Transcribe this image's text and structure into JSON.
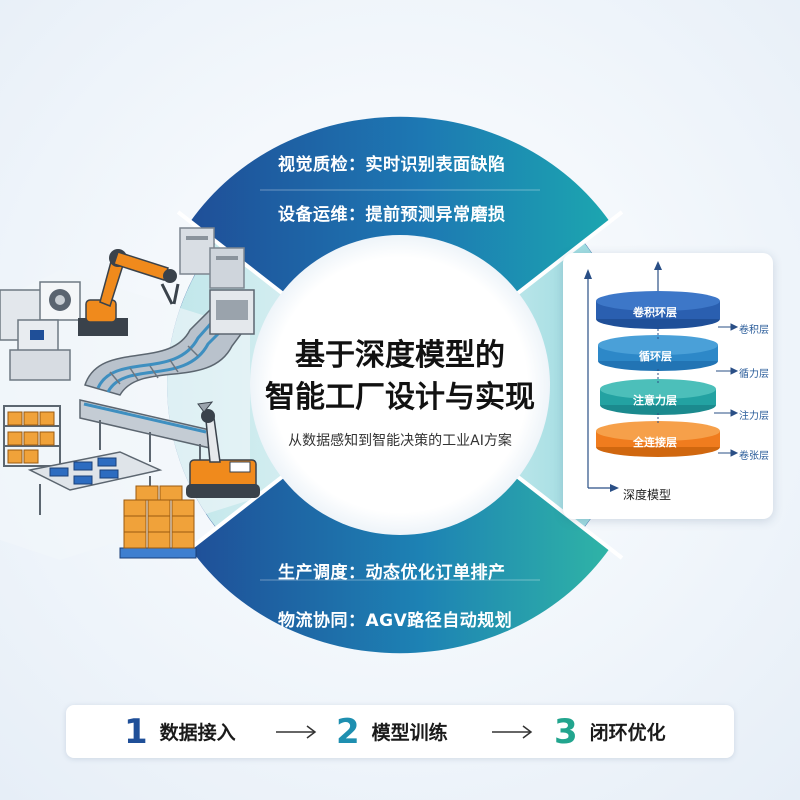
{
  "ring": {
    "top_items": [
      {
        "label": "视觉质检：实时识别表面缺陷"
      },
      {
        "label": "设备运维：提前预测异常磨损"
      }
    ],
    "bottom_items": [
      {
        "label": "生产调度：动态优化订单排产"
      },
      {
        "label": "物流协同：AGV路径自动规划"
      }
    ],
    "colors": {
      "top_left": "#1f4f98",
      "top_right": "#1ca6b0",
      "bottom_left": "#1f4f98",
      "bottom_right": "#2fb4a6",
      "side_teal": "#8fd6dc"
    }
  },
  "center": {
    "title_line1": "基于深度模型的",
    "title_line2": "智能工厂设计与实现",
    "subtitle": "从数据感知到智能决策的工业AI方案"
  },
  "model_card": {
    "layers": [
      {
        "label": "卷积环层",
        "side": "卷积层",
        "color": "#2a5fb0"
      },
      {
        "label": "循环层",
        "side": "循力层",
        "color": "#2d88c8"
      },
      {
        "label": "注意力层",
        "side": "注力层",
        "color": "#23a2a2"
      },
      {
        "label": "全连接层",
        "side": "卷张层",
        "color": "#f07c1e"
      }
    ],
    "name": "深度模型"
  },
  "flow": {
    "steps": [
      {
        "num": "1",
        "label": "数据接入",
        "color": "#1f4f98"
      },
      {
        "num": "2",
        "label": "模型训练",
        "color": "#1e8fb0"
      },
      {
        "num": "3",
        "label": "闭环优化",
        "color": "#22a58e"
      }
    ]
  },
  "factory_icons": [
    "robot-arm-icon",
    "conveyor-belt-icon",
    "agv-robot-icon",
    "storage-rack-icon",
    "pallet-boxes-icon",
    "server-cabinet-icon"
  ]
}
